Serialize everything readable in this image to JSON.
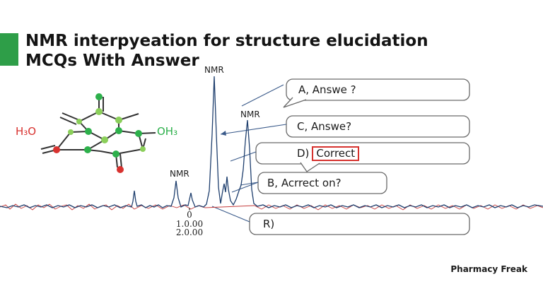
{
  "title": {
    "line1": "NMR interpyeation for structure elucidation",
    "line2": "MCQs With Answer"
  },
  "peak_labels": [
    "NMR",
    "NMR",
    "NMR"
  ],
  "axis_labels": [
    "0",
    "1.0.00",
    "2.0.00"
  ],
  "molecule": {
    "left_group": "H₃O",
    "right_group": "OH₃"
  },
  "options": [
    {
      "text": "A, Answe ?"
    },
    {
      "text": "C, Answe?"
    },
    {
      "prefix": "D)",
      "text": "Correct"
    },
    {
      "text": "B, Acrrect  on?"
    },
    {
      "text": "R)"
    }
  ],
  "brand": "Pharmacy Freak",
  "colors": {
    "accent_green": "#2e9e48",
    "spectrum_blue": "#1f3f6e",
    "noise_red": "#c43b3b",
    "correct_border": "#d6322e",
    "atom_green": "#2db04b",
    "atom_red": "#d8322f",
    "atom_lime": "#8bcf5a"
  }
}
